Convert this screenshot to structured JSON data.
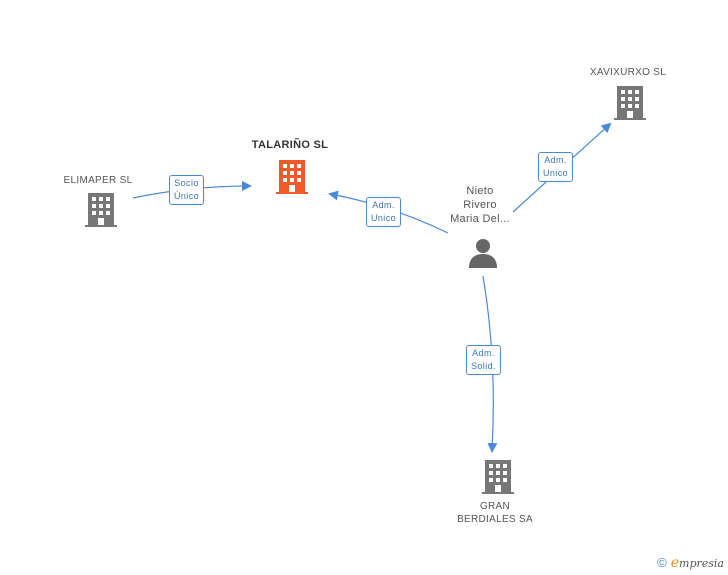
{
  "colors": {
    "edge": "#4a8ad4",
    "building": "#777777",
    "building_main": "#ef5a28",
    "person": "#666666"
  },
  "nodes": {
    "talarino": {
      "label": "TALARIÑO SL",
      "icon": "building-icon"
    },
    "elimaper": {
      "label": "ELIMAPER SL",
      "icon": "building-icon"
    },
    "xavixurxo": {
      "label": "XAVIXURXO SL",
      "icon": "building-icon"
    },
    "gran_berdiales": {
      "label_line1": "GRAN",
      "label_line2": "BERDIALES SA",
      "icon": "building-icon"
    },
    "person": {
      "line1": "Nieto",
      "line2": "Rivero",
      "line3": "Maria Del...",
      "icon": "person-icon"
    }
  },
  "edges": {
    "elimaper_talarino": {
      "line1": "Socio",
      "line2": "Único"
    },
    "person_talarino": {
      "line1": "Adm.",
      "line2": "Unico"
    },
    "person_xavixurxo": {
      "line1": "Adm.",
      "line2": "Unico"
    },
    "person_gran_berdiales": {
      "line1": "Adm.",
      "line2": "Solid."
    }
  },
  "footer": {
    "copyright": "©",
    "brand_initial": "e",
    "brand_rest": "mpresia"
  }
}
